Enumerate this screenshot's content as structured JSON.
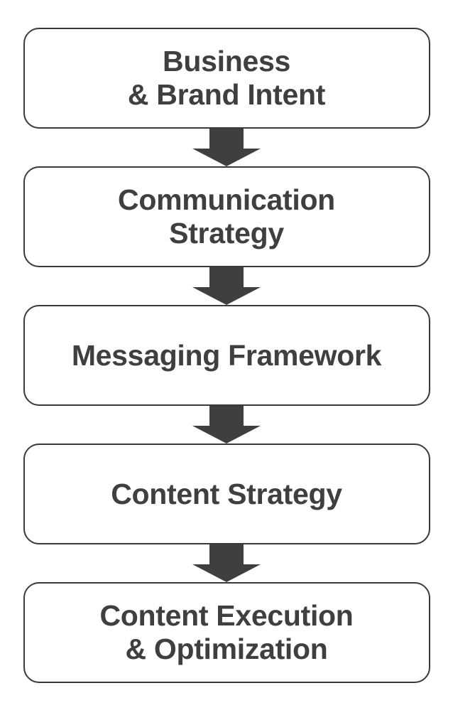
{
  "diagram": {
    "type": "vertical-flowchart",
    "title": "",
    "background_color": "#ffffff",
    "box_border_color": "#3a3a3c",
    "box_fill_color": "#ffffff",
    "text_color": "#3f3f3f",
    "arrow_color": "#3f3f41",
    "steps": [
      {
        "id": "step-1",
        "label": "Business\n& Brand Intent",
        "lines": 2
      },
      {
        "id": "step-2",
        "label": "Communication\nStrategy",
        "lines": 2
      },
      {
        "id": "step-3",
        "label": "Messaging Framework",
        "lines": 1
      },
      {
        "id": "step-4",
        "label": "Content Strategy",
        "lines": 1
      },
      {
        "id": "step-5",
        "label": "Content Execution\n& Optimization",
        "lines": 2
      }
    ],
    "connectors": [
      {
        "id": "connector-1",
        "from": "step-1",
        "to": "step-2",
        "icon": "arrow-down-icon"
      },
      {
        "id": "connector-2",
        "from": "step-2",
        "to": "step-3",
        "icon": "arrow-down-icon"
      },
      {
        "id": "connector-3",
        "from": "step-3",
        "to": "step-4",
        "icon": "arrow-down-icon"
      },
      {
        "id": "connector-4",
        "from": "step-4",
        "to": "step-5",
        "icon": "arrow-down-icon"
      }
    ]
  }
}
